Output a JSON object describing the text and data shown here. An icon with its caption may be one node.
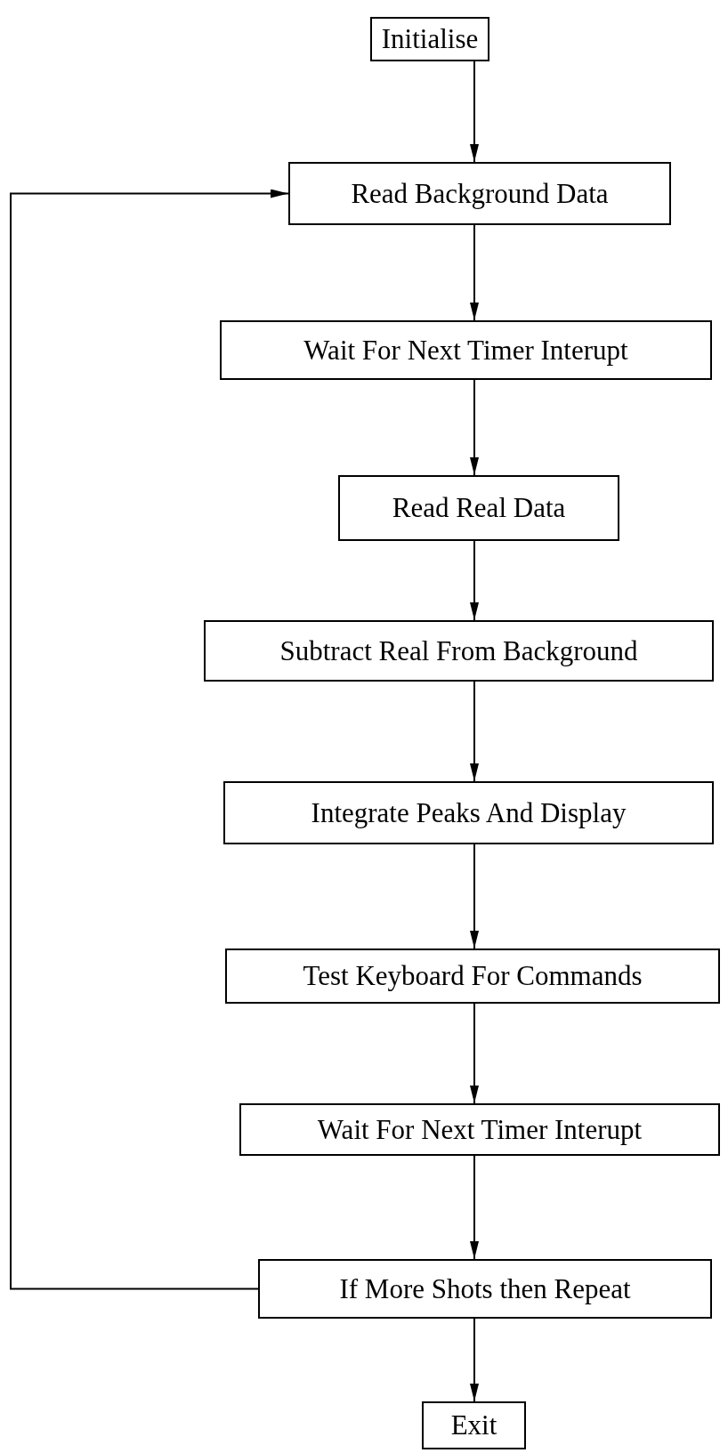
{
  "diagram": {
    "nodes": [
      {
        "text": [
          "Initialise"
        ]
      },
      {
        "text": [
          "Read Background Data"
        ]
      },
      {
        "text": [
          "Wait For Next Timer Interupt"
        ]
      },
      {
        "text": [
          "Read Real Data"
        ]
      },
      {
        "text": [
          "Subtract Real From Background"
        ]
      },
      {
        "text": [
          "Integrate Peaks And Display"
        ]
      },
      {
        "text": [
          "Test Keyboard For Commands"
        ]
      },
      {
        "text": [
          "Wait For Next Timer Interupt"
        ]
      },
      {
        "text": [
          "If More Shots then Repeat"
        ]
      },
      {
        "text": [
          "Exit"
        ]
      }
    ],
    "edges": [
      {
        "from": 0,
        "to": 1,
        "arrow": "to"
      },
      {
        "from": 1,
        "to": 2,
        "arrow": "to"
      },
      {
        "from": 2,
        "to": 3,
        "arrow": "to"
      },
      {
        "from": 3,
        "to": 4,
        "arrow": "to"
      },
      {
        "from": 4,
        "to": 5,
        "arrow": "to"
      },
      {
        "from": 5,
        "to": 6,
        "arrow": "to"
      },
      {
        "from": 6,
        "to": 7,
        "arrow": "to"
      },
      {
        "from": 7,
        "to": 8,
        "arrow": "to"
      },
      {
        "from": 8,
        "to": 9,
        "arrow": "to"
      },
      {
        "from": 8,
        "to": 1,
        "arrow": "to"
      }
    ]
  }
}
